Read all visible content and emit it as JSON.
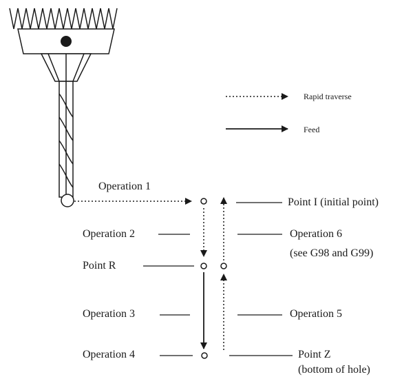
{
  "legend": {
    "rapid_traverse": "Rapid traverse",
    "feed": "Feed"
  },
  "labels": {
    "operation_1": "Operation 1",
    "operation_2": "Operation 2",
    "operation_3": "Operation 3",
    "operation_4": "Operation 4",
    "operation_5": "Operation 5",
    "operation_6": "Operation 6",
    "operation_6_note": "(see G98 and G99)",
    "point_i": "Point I  (initial point)",
    "point_r": "Point R",
    "point_z": "Point Z",
    "point_z_note": "(bottom of hole)"
  },
  "colors": {
    "ink": "#1a1a1a",
    "background": "#ffffff"
  },
  "icons": [
    "spindle-icon",
    "drill-bit-icon"
  ]
}
